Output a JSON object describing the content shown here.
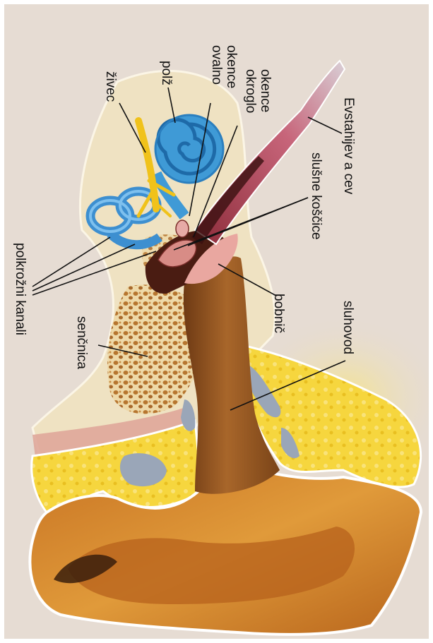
{
  "labels": {
    "polz": "polž",
    "zivec": "živec",
    "ovalno_line1": "ovalno",
    "ovalno_line2": "okence",
    "okroglo_line1": "okroglo",
    "okroglo_line2": "okence",
    "evstahijeva": "Evstahijev a cev",
    "slusne": "slušne koščice",
    "bobnic": "bobnič",
    "polkrozni": "polkrožni kanali",
    "sencnica": "senčnica",
    "sluhovod": "sluhovod"
  },
  "colors": {
    "background": "#e6dcd3",
    "bone": "#efe3c4",
    "spongy_bone": "#c8893a",
    "ear_canal": "#9a5a22",
    "outer_ear": "#d9862b",
    "cartilage": "#f3d23a",
    "cochlea": "#3f9ad6",
    "nerve": "#f0c21a",
    "tube": "#b3475a",
    "leader_lines": "#111111"
  }
}
